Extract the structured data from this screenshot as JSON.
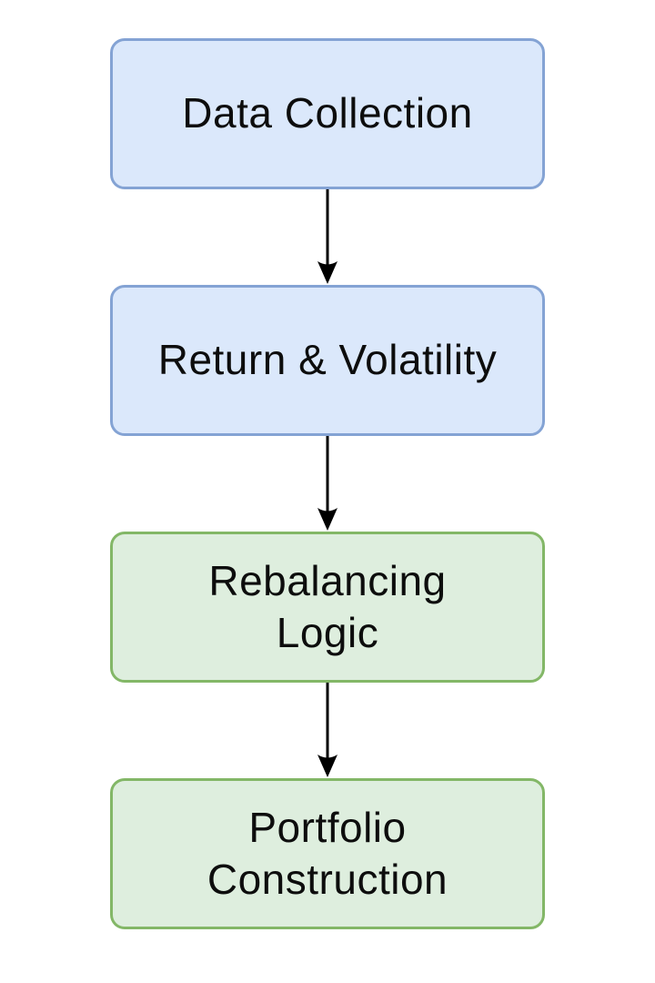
{
  "diagram": {
    "type": "flowchart",
    "direction": "top-down",
    "background": "#ffffff",
    "arrow_color": "#000000",
    "nodes": [
      {
        "id": "data-collection",
        "label": "Data Collection",
        "fill": "#dbe8fb",
        "border": "#84a3d4",
        "text_color": "#0d0d0d"
      },
      {
        "id": "return-volatility",
        "label": "Return & Volatility",
        "fill": "#dbe8fb",
        "border": "#84a3d4",
        "text_color": "#0d0d0d"
      },
      {
        "id": "rebalancing-logic",
        "label": "Rebalancing\nLogic",
        "fill": "#deeede",
        "border": "#83b767",
        "text_color": "#0d0d0d"
      },
      {
        "id": "portfolio-construction",
        "label": "Portfolio\nConstruction",
        "fill": "#deeede",
        "border": "#83b767",
        "text_color": "#0d0d0d"
      }
    ],
    "edges": [
      {
        "from": "data-collection",
        "to": "return-volatility",
        "style": "solid-arrow-down"
      },
      {
        "from": "return-volatility",
        "to": "rebalancing-logic",
        "style": "solid-arrow-down"
      },
      {
        "from": "rebalancing-logic",
        "to": "portfolio-construction",
        "style": "solid-arrow-down"
      }
    ]
  }
}
